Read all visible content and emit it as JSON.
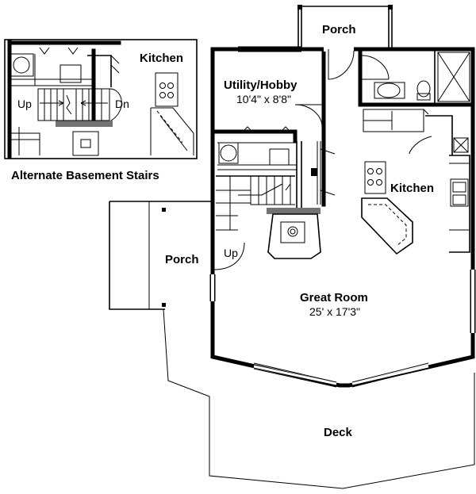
{
  "labels": {
    "porch_top": "Porch",
    "utility": "Utility/Hobby",
    "utility_dim": "10'4\" x 8'8\"",
    "kitchen": "Kitchen",
    "porch_left": "Porch",
    "up_main": "Up",
    "great_room": "Great Room",
    "great_room_dim": "25' x 17'3\"",
    "deck": "Deck"
  },
  "inset": {
    "kitchen": "Kitchen",
    "up": "Up",
    "dn": "Dn",
    "caption": "Alternate Basement Stairs"
  }
}
